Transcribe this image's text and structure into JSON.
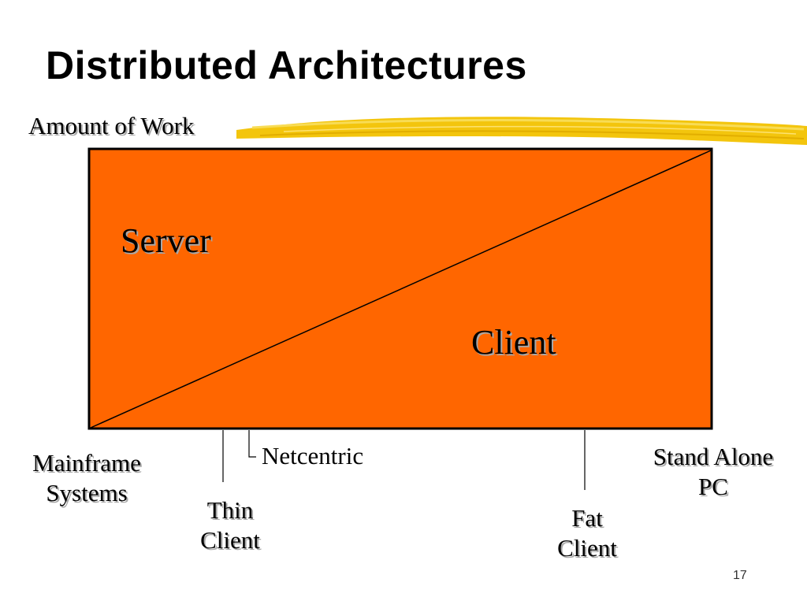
{
  "slide": {
    "title": "Distributed Architectures",
    "page_number": "17"
  },
  "diagram": {
    "axis_label": "Amount of Work",
    "regions": {
      "upper": "Server",
      "lower": "Client"
    },
    "spectrum": {
      "left": [
        "Mainframe",
        "Systems"
      ],
      "thin_client": [
        "Thin",
        "Client"
      ],
      "netcentric": "Netcentric",
      "fat_client": [
        "Fat",
        "Client"
      ],
      "right": [
        "Stand Alone",
        "PC"
      ]
    }
  },
  "colors": {
    "box_fill": "#FF6600",
    "accent_stroke": "#F2C200",
    "line": "#000000"
  }
}
